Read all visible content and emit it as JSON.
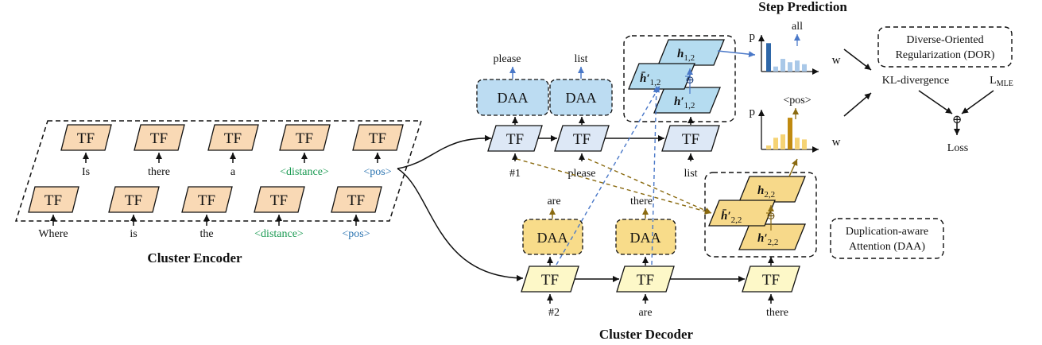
{
  "titles": {
    "step_prediction": "Step Prediction",
    "cluster_encoder": "Cluster Encoder",
    "cluster_decoder": "Cluster Decoder"
  },
  "tf_label": "TF",
  "daa_label": "DAA",
  "encoder": {
    "row1_tokens": [
      "Is",
      "there",
      "a",
      "<distance>",
      "<pos>"
    ],
    "row2_tokens": [
      "Where",
      "is",
      "the",
      "<distance>",
      "<pos>"
    ]
  },
  "decoder_top": {
    "inputs": [
      "#1",
      "please",
      "list"
    ],
    "outputs": [
      "please",
      "list"
    ]
  },
  "decoder_bottom": {
    "inputs": [
      "#2",
      "are",
      "there"
    ],
    "outputs": [
      "are",
      "there"
    ]
  },
  "hidden_top": {
    "a": "h",
    "a_sub": "1,2",
    "b": "h̄′",
    "b_sub": "1,2",
    "c": "h′",
    "c_sub": "1,2"
  },
  "hidden_bottom": {
    "a": "h",
    "a_sub": "2,2",
    "b": "h̄′",
    "b_sub": "2,2",
    "c": "h′",
    "c_sub": "2,2"
  },
  "minus_symbol": "⊖",
  "plus_symbol": "⊕",
  "plots": {
    "p_label": "p",
    "w_label": "w",
    "top_annotation": "all",
    "bottom_annotation": "<pos>"
  },
  "chart_data": [
    {
      "type": "bar",
      "title": "",
      "xlabel": "w",
      "ylabel": "p",
      "values": [
        0.85,
        0.15,
        0.38,
        0.28,
        0.33,
        0.22
      ],
      "highlight_index": 0,
      "annotation": "all"
    },
    {
      "type": "bar",
      "title": "",
      "xlabel": "w",
      "ylabel": "p",
      "values": [
        0.12,
        0.35,
        0.45,
        0.95,
        0.35,
        0.3
      ],
      "highlight_index": 3,
      "annotation": "<pos>"
    }
  ],
  "dor": {
    "line1": "Diverse-Oriented",
    "line2": "Regularization (DOR)"
  },
  "kl": "KL-divergence",
  "mle": {
    "base": "L",
    "sub": "MLE"
  },
  "loss": "Loss",
  "daa_legend": {
    "line1": "Duplication-aware",
    "line2": "Attention (DAA)"
  },
  "colors": {
    "encoder_fill": "#f9d9b5",
    "decoder_top_fill": "#dde8f6",
    "decoder_bottom_fill": "#fdf8c8",
    "daa_top_fill": "#bcdcf2",
    "daa_bottom_fill": "#f8dc8a",
    "hidden_top_fill": "#b5dcf0",
    "hidden_bottom_fill": "#f7d98a",
    "arrow_blue": "#4a78c8",
    "arrow_gold": "#8a6a10",
    "green_token": "#1a9a52",
    "blue_token": "#2a73b0",
    "bar_dark_blue": "#2e67a8",
    "bar_light_blue": "#a9c8e8",
    "bar_dark_gold": "#c08a10",
    "bar_light_gold": "#f5d375"
  }
}
